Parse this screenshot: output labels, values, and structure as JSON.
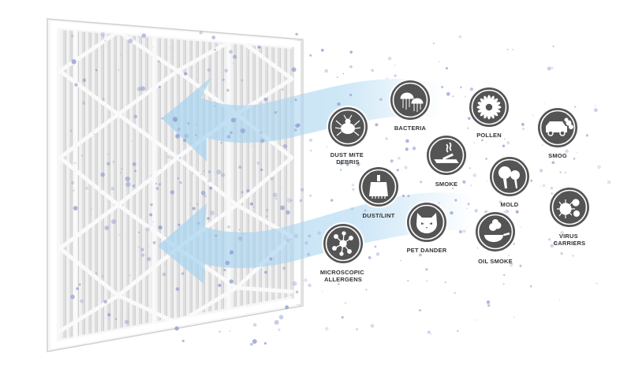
{
  "filter": {
    "brand_mark": ""
  },
  "colors": {
    "icon_fill": "#545454",
    "icon_ring": "#ffffff",
    "label": "#333333",
    "arrow": "#a8d4f0",
    "particle": "#8f9ccf"
  },
  "contaminants": [
    {
      "id": "dust-mite",
      "icon": "dust-mite-icon",
      "label_lines": [
        "DUST MITE",
        "DEBRIS"
      ]
    },
    {
      "id": "bacteria",
      "icon": "bacteria-icon",
      "label_lines": [
        "BACTERIA"
      ]
    },
    {
      "id": "pollen",
      "icon": "pollen-icon",
      "label_lines": [
        "POLLEN"
      ]
    },
    {
      "id": "smog",
      "icon": "smog-icon",
      "label_lines": [
        "SMOG"
      ]
    },
    {
      "id": "smoke",
      "icon": "smoke-icon",
      "label_lines": [
        "SMOKE"
      ]
    },
    {
      "id": "dust-lint",
      "icon": "dust-lint-icon",
      "label_lines": [
        "DUST/LINT"
      ]
    },
    {
      "id": "mold",
      "icon": "mold-icon",
      "label_lines": [
        "MOLD"
      ]
    },
    {
      "id": "virus",
      "icon": "virus-icon",
      "label_lines": [
        "VIRUS",
        "CARRIERS"
      ]
    },
    {
      "id": "pet-dander",
      "icon": "pet-dander-icon",
      "label_lines": [
        "PET DANDER"
      ]
    },
    {
      "id": "oil-smoke",
      "icon": "oil-smoke-icon",
      "label_lines": [
        "OIL SMOKE"
      ]
    },
    {
      "id": "microscopic-allergens",
      "icon": "allergens-icon",
      "label_lines": [
        "MICROSCOPIC",
        "ALLERGENS"
      ]
    }
  ]
}
